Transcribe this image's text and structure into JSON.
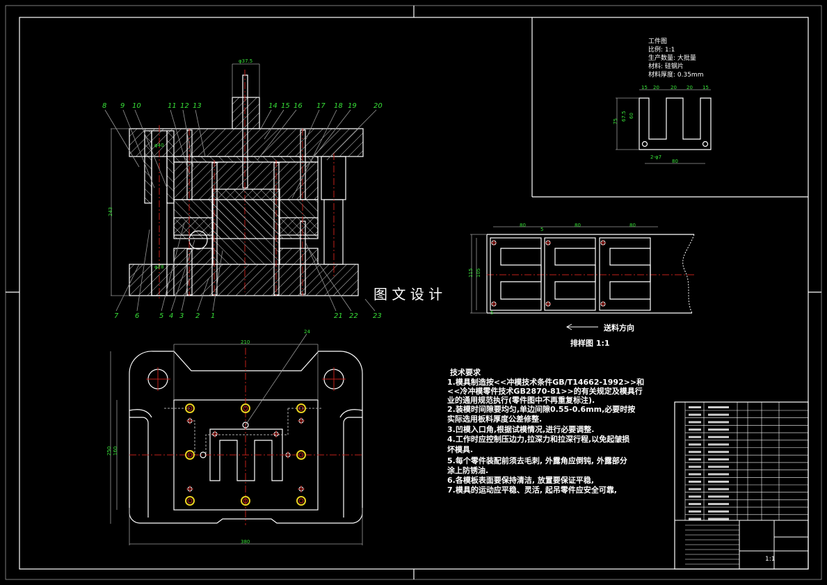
{
  "colors": {
    "background": "#000000",
    "lines": "#ffffff",
    "centerlines": "#c0201a",
    "dimensions": "#38e038",
    "bolts": "#e8d020"
  },
  "section_view": {
    "dim_shank": "φ37.5",
    "dim_height": "243",
    "dim_guide_top": "φ40",
    "dim_guide_bottom": "φ28",
    "top_labels": [
      "8",
      "9",
      "10",
      "11",
      "12",
      "13",
      "14",
      "15",
      "16",
      "17",
      "18",
      "19",
      "20"
    ],
    "bottom_labels": [
      "7",
      "6",
      "5",
      "4",
      "3",
      "2",
      "1",
      "21",
      "22",
      "23"
    ]
  },
  "watermark": "图 文 设 计",
  "workpiece": {
    "title": "工件图",
    "scale": "比例: 1:1",
    "quantity": "生产数量: 大批量",
    "material": "材料: 硅钢片",
    "thickness": "材料厚度: 0.35mm",
    "dims_top": [
      "15",
      "20",
      "20",
      "20",
      "15"
    ],
    "dims_left": [
      "75",
      "67.5",
      "60"
    ],
    "dim_hole": "2-φ7",
    "dim_bottom": "80"
  },
  "strip_layout": {
    "dims_top": [
      "80",
      "80",
      "80"
    ],
    "dim_gap": "5",
    "dims_left": [
      "115",
      "105"
    ],
    "dim_edge": "5",
    "feed_direction": "送料方向",
    "caption": "排样图 1:1"
  },
  "plan_view": {
    "dim_width_inner": "210",
    "dim_width_outer": "380",
    "dim_height_outer": "250",
    "dim_height_inner": "160",
    "label": "24"
  },
  "tech_requirements": {
    "title": "技术要求",
    "lines": [
      "1.模具制造按<<冲模技术条件GB/T14662-1992>>和",
      "<<冷冲模零件技术GB2870-81>>的有关规定及模具行",
      "业的通用规范执行(零件图中不再重复标注).",
      "2.装模时间隙要均匀,单边间隙0.55-0.6mm,必要时按",
      "实际选用板料厚度公差修整.",
      "3.凹模入口角,根据试模情况,进行必要调整.",
      "4.工作时应控制压边力,拉深力和拉深行程,以免起皱损",
      "坏模具.",
      "5.每个零件装配前须去毛刺, 外露角应倒钝, 外露部分",
      "涂上防锈油.",
      "6.各模板表面要保持清洁, 放置要保证平稳,",
      "7.模具的运动应平稳、灵活, 起吊零件应安全可靠,"
    ]
  },
  "title_block": {
    "scale": "1:1"
  }
}
